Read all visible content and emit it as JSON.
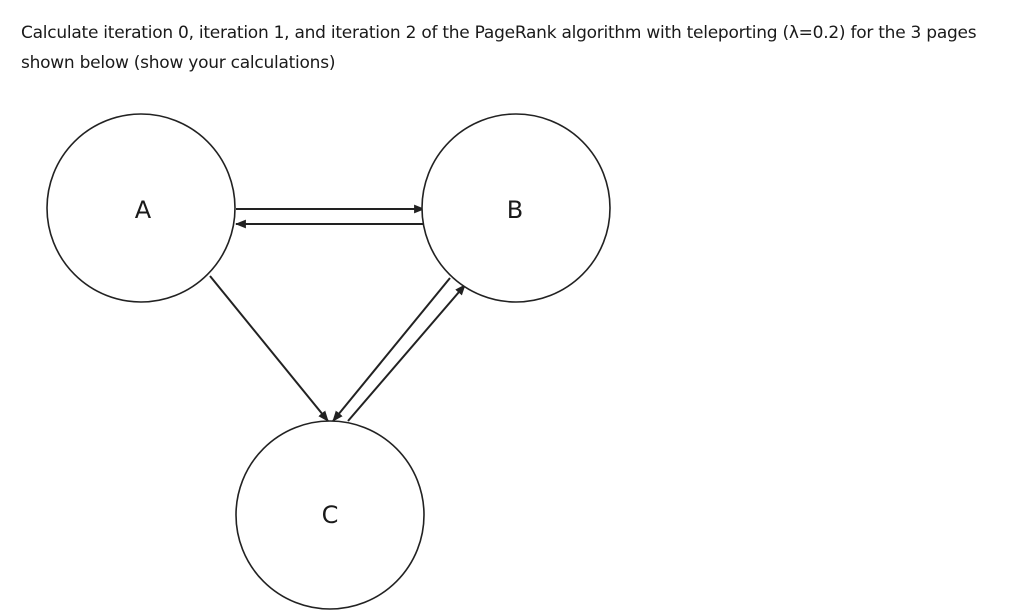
{
  "question": {
    "line1": "Calculate iteration 0, iteration 1, and iteration 2 of the PageRank algorithm with teleporting (λ=0.2) for the 3 pages",
    "line2": "shown below (show your calculations)"
  },
  "graph": {
    "nodes": [
      {
        "id": "A",
        "label": "A"
      },
      {
        "id": "B",
        "label": "B"
      },
      {
        "id": "C",
        "label": "C"
      }
    ],
    "edges": [
      {
        "from": "A",
        "to": "B"
      },
      {
        "from": "B",
        "to": "A"
      },
      {
        "from": "A",
        "to": "C"
      },
      {
        "from": "B",
        "to": "C"
      },
      {
        "from": "C",
        "to": "B"
      }
    ]
  }
}
